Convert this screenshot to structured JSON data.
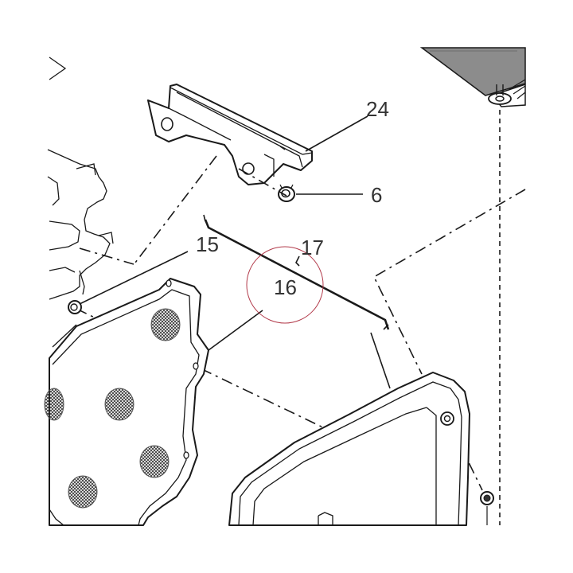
{
  "callouts": {
    "c24": "24",
    "c6": "6",
    "c15": "15",
    "c17": "17",
    "c16": "16"
  },
  "colors": {
    "line": "#1a1a1a",
    "label": "#333333",
    "highlight_circle": "#b23a4a",
    "shaded_part": "#8c8c8c"
  },
  "icons": {
    "vent_mesh": "cross-hatch-pattern"
  }
}
